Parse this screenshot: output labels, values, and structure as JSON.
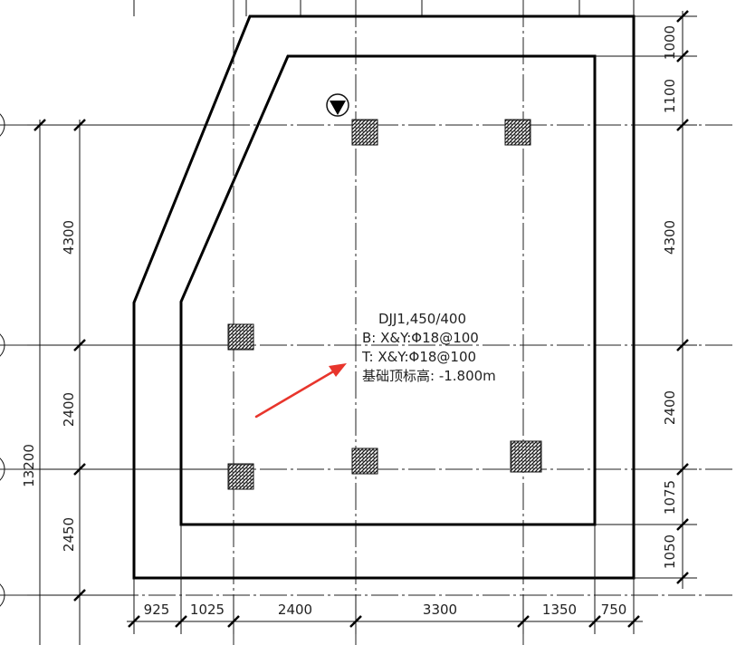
{
  "dimensions": {
    "left_total": "13200",
    "left_segments": [
      "4300",
      "2400",
      "2450"
    ],
    "right_segments": [
      "1000",
      "1100",
      "4300",
      "2400",
      "1075",
      "1050"
    ],
    "bottom_segments": [
      "925",
      "1025",
      "2400",
      "3300",
      "1350",
      "750"
    ]
  },
  "annotation": {
    "line1": "DJJ1,450/400",
    "line2": "B: X&Y:Φ18@100",
    "line3": "T: X&Y:Φ18@100",
    "line4": "基础顶标高: -1.800m"
  },
  "colors": {
    "arrow": "#e8352c",
    "lines": "#000000",
    "hatch": "#111111"
  },
  "icons": {
    "marker": "triangle-down-circle-icon",
    "pointer": "red-arrow"
  }
}
